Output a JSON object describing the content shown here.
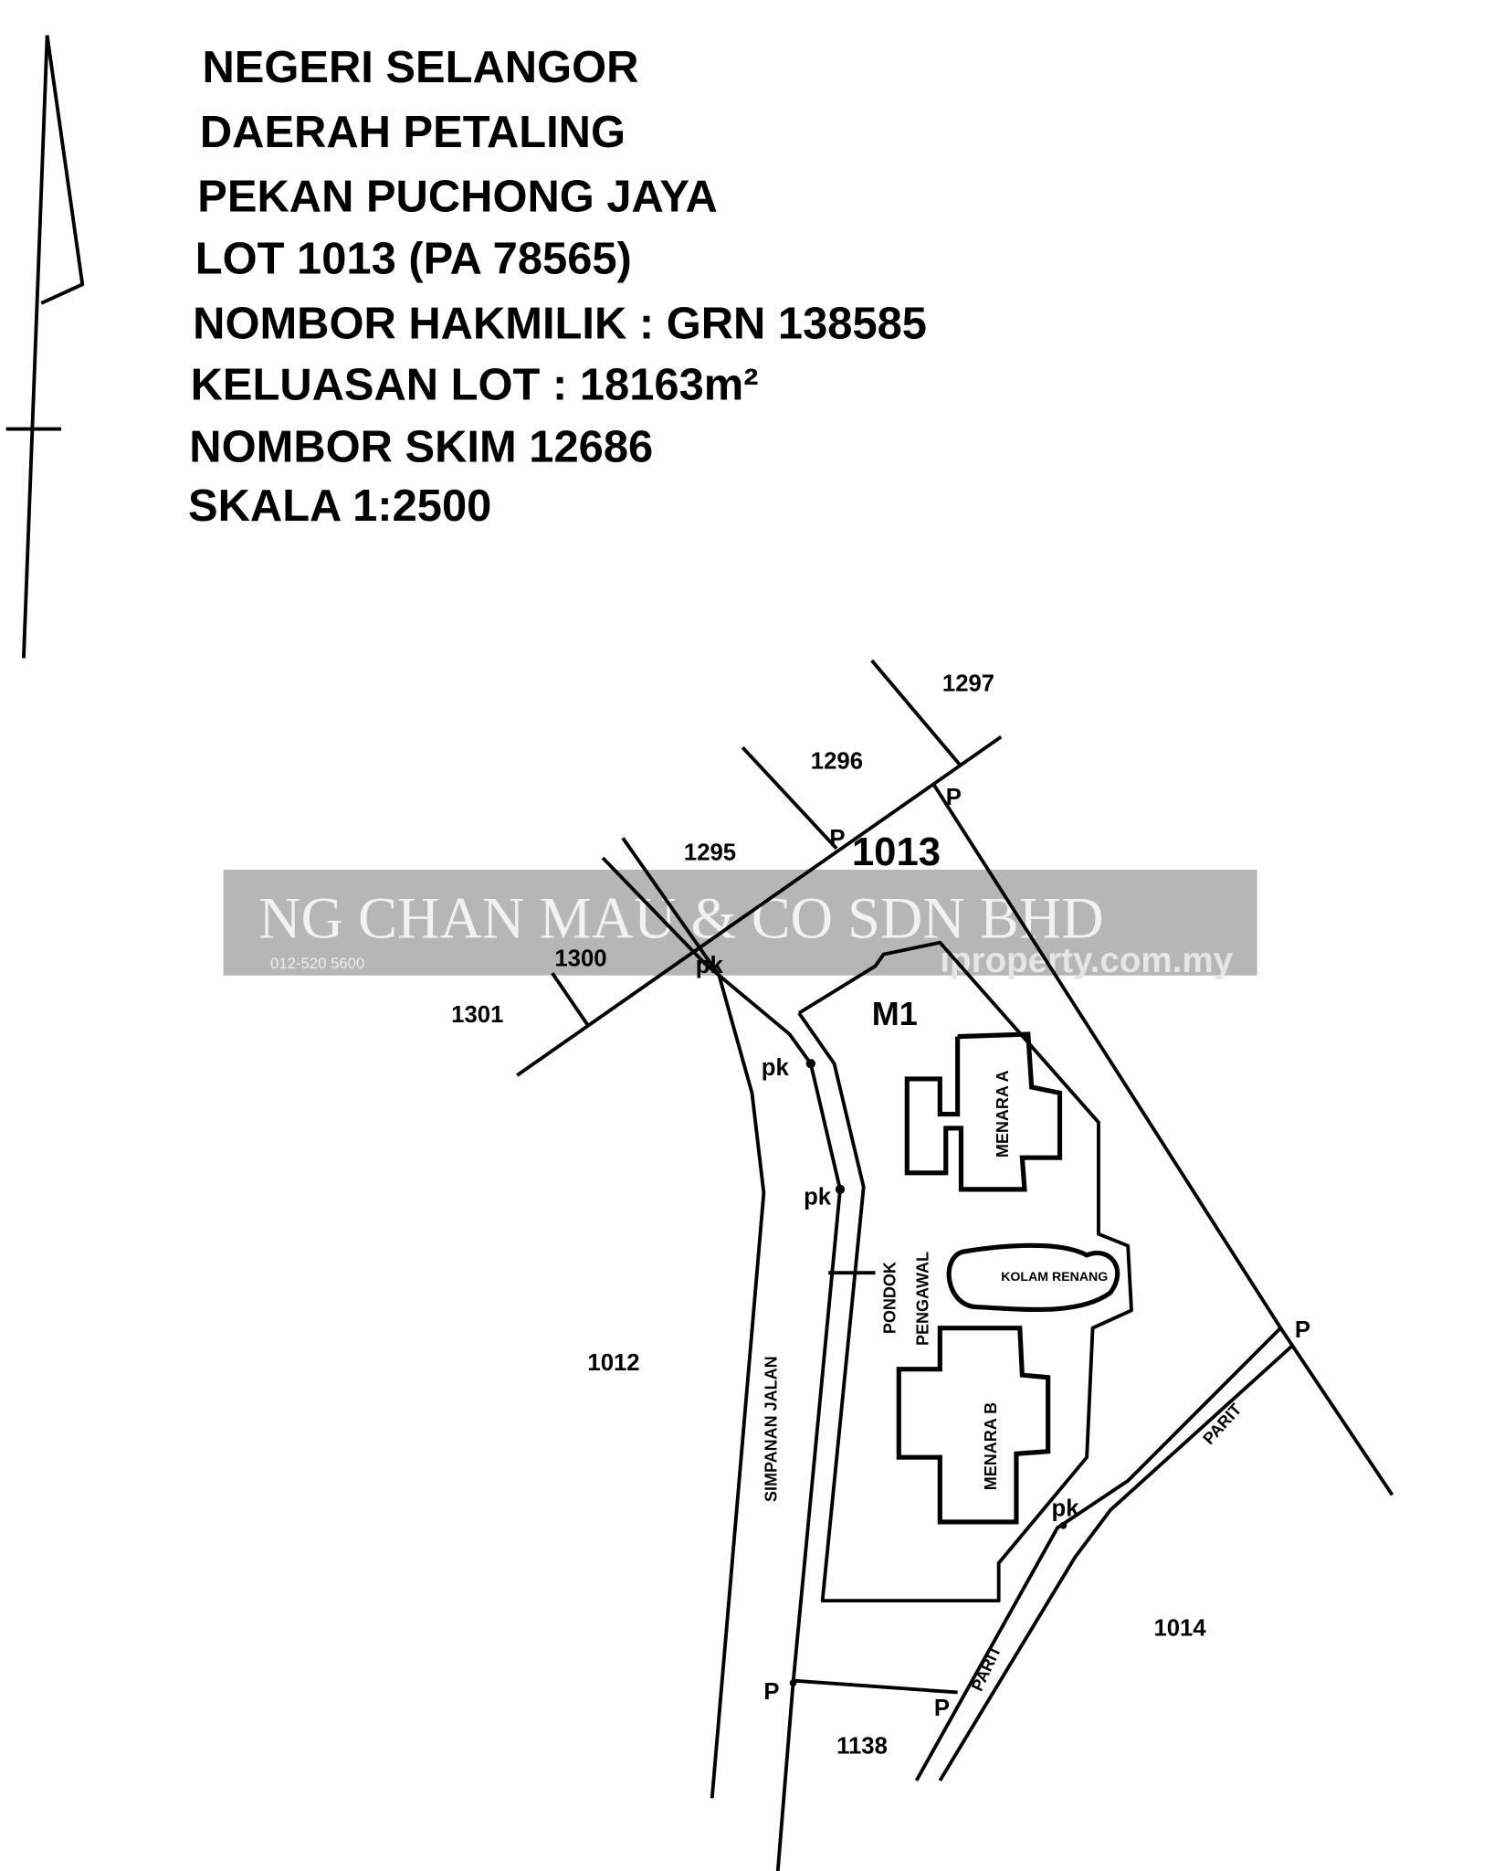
{
  "header": {
    "lines": [
      "NEGERI SELANGOR",
      "DAERAH PETALING",
      "PEKAN PUCHONG JAYA",
      "LOT 1013 (PA 78565)",
      "NOMBOR HAKMILIK : GRN 138585",
      "KELUASAN LOT : 18163m²",
      "NOMBOR SKIM 12686",
      "SKALA 1:2500"
    ]
  },
  "north_arrow": {
    "icon": "north-arrow-icon"
  },
  "map": {
    "lots": {
      "l1297": "1297",
      "l1296": "1296",
      "l1295": "1295",
      "l1300": "1300",
      "l1301": "1301",
      "l1013": "1013",
      "l1012": "1012",
      "l1014": "1014",
      "l1138": "1138"
    },
    "zone": "M1",
    "buildings": {
      "menara_a": "MENARA A",
      "menara_b": "MENARA B",
      "kolam": "KOLAM RENANG",
      "pondok1": "PONDOK",
      "pondok2": "PENGAWAL"
    },
    "roads": {
      "simpanan": "SIMPANAN JALAN",
      "parit1": "PARIT",
      "parit2": "PARIT"
    },
    "markers": {
      "p": "P",
      "pk": "pk"
    }
  },
  "watermark": {
    "company": "NG CHAN MAU & CO SDN BHD",
    "site": "iproperty.com.my",
    "phone": "012-520 5600",
    "color": "#a9a9a9"
  }
}
